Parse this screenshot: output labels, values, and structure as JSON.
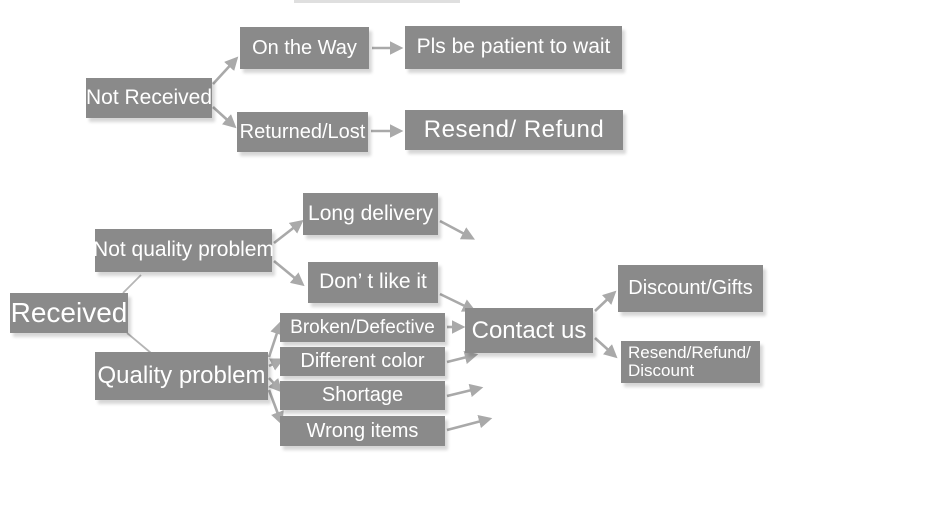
{
  "diagram": {
    "title": "",
    "nodes": {
      "not_received": "Not Received",
      "on_the_way": "On the Way",
      "pls_be_patient": "Pls be patient to wait",
      "returned_lost": "Returned/Lost",
      "resend_refund": "Resend/ Refund",
      "received": "Received",
      "not_quality_problem": "Not quality problem",
      "quality_problem": "Quality problem",
      "long_delivery": "Long delivery",
      "dont_like_it": "Don’ t like it",
      "broken_defective": "Broken/Defective",
      "different_color": "Different color",
      "shortage": "Shortage",
      "wrong_items": "Wrong items",
      "contact_us": "Contact us",
      "discount_gifts": "Discount/Gifts",
      "resend_refund_discount": {
        "line1": "Resend/Refund/",
        "line2": "Discount"
      }
    },
    "edges": [
      {
        "from": "Not Received",
        "to": "On the Way",
        "arrow": true
      },
      {
        "from": "Not Received",
        "to": "Returned/Lost",
        "arrow": true
      },
      {
        "from": "On the Way",
        "to": "Pls be patient to wait",
        "arrow": true
      },
      {
        "from": "Returned/Lost",
        "to": "Resend/ Refund",
        "arrow": true
      },
      {
        "from": "Received",
        "to": "Not quality problem",
        "arrow": false
      },
      {
        "from": "Received",
        "to": "Quality problem",
        "arrow": false
      },
      {
        "from": "Not quality problem",
        "to": "Long delivery",
        "arrow": true
      },
      {
        "from": "Not quality problem",
        "to": "Don’ t like it",
        "arrow": true
      },
      {
        "from": "Long delivery",
        "to": "Contact us",
        "arrow": true
      },
      {
        "from": "Don’ t like it",
        "to": "Contact us",
        "arrow": true
      },
      {
        "from": "Quality problem",
        "to": "Broken/Defective",
        "arrow": true
      },
      {
        "from": "Quality problem",
        "to": "Different color",
        "arrow": true
      },
      {
        "from": "Quality problem",
        "to": "Shortage",
        "arrow": true
      },
      {
        "from": "Quality problem",
        "to": "Wrong items",
        "arrow": true
      },
      {
        "from": "Broken/Defective",
        "to": "Contact us",
        "arrow": true
      },
      {
        "from": "Different color",
        "to": "Contact us",
        "arrow": true
      },
      {
        "from": "Shortage",
        "to": "Contact us",
        "arrow": true
      },
      {
        "from": "Wrong items",
        "to": "Contact us",
        "arrow": true
      },
      {
        "from": "Contact us",
        "to": "Discount/Gifts",
        "arrow": true
      },
      {
        "from": "Contact us",
        "to": "Resend/Refund/Discount",
        "arrow": true
      }
    ],
    "colors": {
      "box_fill": "#8a8a8a",
      "box_text": "#ffffff",
      "arrow": "#a9a9a9",
      "background": "#ffffff"
    }
  }
}
